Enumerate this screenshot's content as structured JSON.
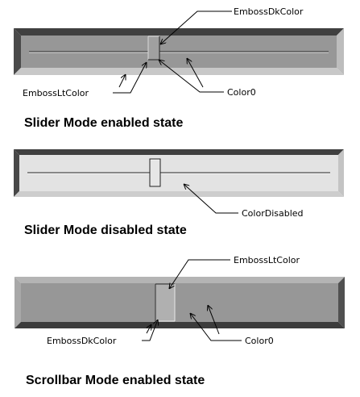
{
  "colors": {
    "bevel_dark": "#404040",
    "bevel_mid": "#808080",
    "bevel_light": "#b8b8b8",
    "bevel_highlight": "#d8d8d8",
    "track_enabled": "#979797",
    "track_disabled": "#e3e3e3",
    "thumb_enabled": "#a0a0a0",
    "thumb_disabled": "#e6e6e6",
    "scrollbar_thumb": "#b0b0b0"
  },
  "panels": [
    {
      "caption": "Slider Mode enabled state",
      "labels": {
        "emboss_dk": "EmbossDkColor",
        "emboss_lt": "EmbossLtColor",
        "color0": "Color0"
      }
    },
    {
      "caption": "Slider Mode disabled state",
      "labels": {
        "color_disabled": "ColorDisabled"
      }
    },
    {
      "caption": "Scrollbar Mode enabled state",
      "labels": {
        "emboss_lt": "EmbossLtColor",
        "emboss_dk": "EmbossDkColor",
        "color0": "Color0"
      }
    }
  ]
}
